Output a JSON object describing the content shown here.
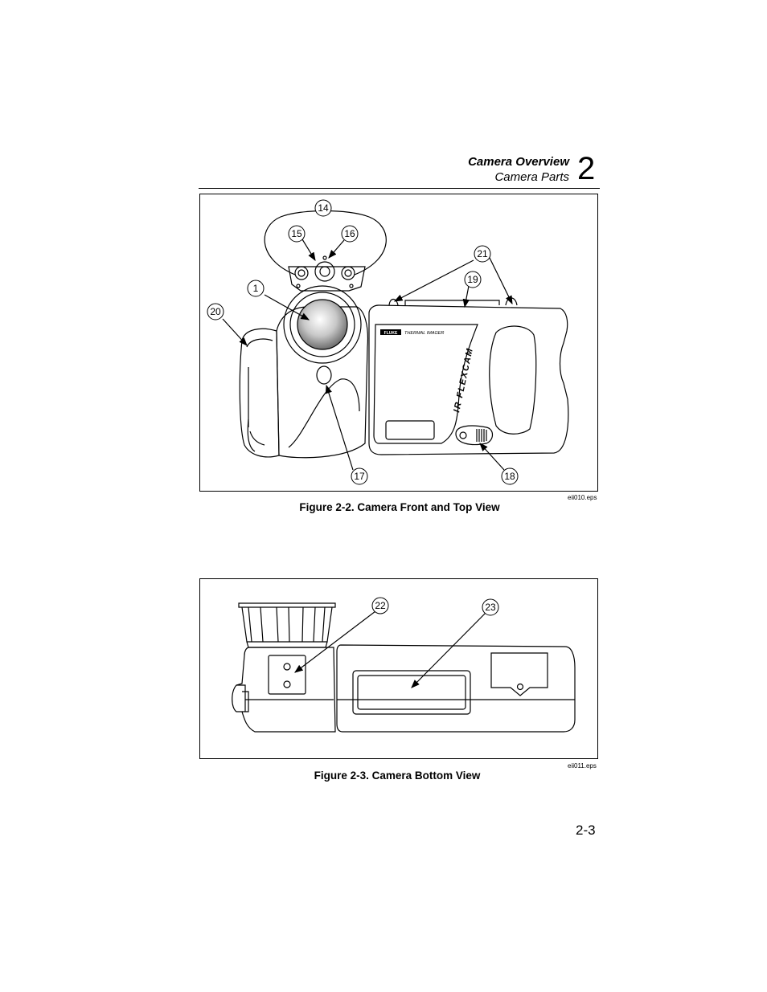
{
  "header": {
    "section": "Camera Overview",
    "subsection": "Camera Parts",
    "chapter": "2"
  },
  "figure1": {
    "callouts": [
      "14",
      "15",
      "16",
      "1",
      "20",
      "21",
      "19",
      "17",
      "18"
    ],
    "brand": "FLUKE",
    "product": "THERMAL IMAGER",
    "model": "IR FLEXCAM",
    "file": "eii010.eps",
    "caption": "Figure 2-2. Camera Front and Top View"
  },
  "figure2": {
    "callouts": [
      "22",
      "23"
    ],
    "file": "eii011.eps",
    "caption": "Figure 2-3. Camera Bottom View"
  },
  "footer": {
    "page": "2-3"
  }
}
